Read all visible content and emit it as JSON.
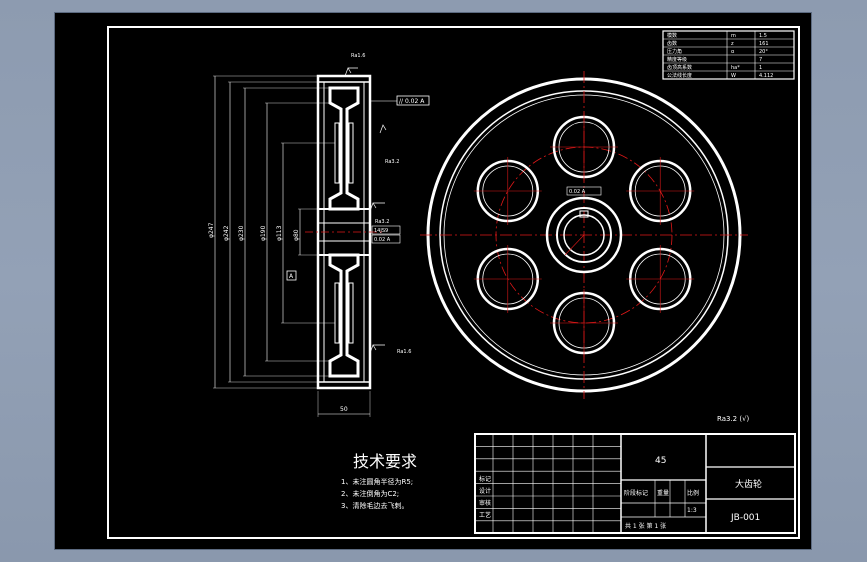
{
  "drawing": {
    "part_name": "大齿轮",
    "drawing_number": "JB-001",
    "material": "45",
    "scale": "1:3",
    "sheet_info": "共 1 张   第 1 张",
    "title_labels": {
      "mark": "标记",
      "designer": "设计",
      "checker": "审核",
      "process": "工艺",
      "stage_mark": "阶段标记",
      "weight": "重量",
      "scale_label": "比例"
    }
  },
  "technical_requirements": {
    "title": "技术要求",
    "items": [
      "1、未注圆角半径为R5;",
      "2、未注倒角为C2;",
      "3、清除毛边去飞刺。"
    ]
  },
  "gear_params": {
    "rows": [
      {
        "name": "模数",
        "symbol": "m",
        "value": "1.5"
      },
      {
        "name": "齿数",
        "symbol": "z",
        "value": "161"
      },
      {
        "name": "压力角",
        "symbol": "α",
        "value": "20°"
      },
      {
        "name": "精度等级",
        "symbol": "",
        "value": "7"
      },
      {
        "name": "齿顶高系数",
        "symbol": "ha*",
        "value": "1"
      },
      {
        "name": "公法线长度",
        "symbol": "W",
        "value": "4.112"
      }
    ]
  },
  "annotations": {
    "surface_finish_note": "Ra3.2  (√)",
    "ra_labels": [
      "Ra1.6",
      "Ra3.2",
      "Ra1.6",
      "Ra3.2"
    ],
    "dims_left": [
      "φ247",
      "φ242",
      "φ230",
      "φ190",
      "φ113",
      "φ80"
    ],
    "tolerance_box": "// 0.02 A",
    "datum": "A",
    "width_dim": "50",
    "keyway_dims": [
      "14JS9",
      "0.02 A"
    ]
  },
  "colors": {
    "linework": "#ffffff",
    "centerlines": "#e01818",
    "background": "#000000"
  }
}
